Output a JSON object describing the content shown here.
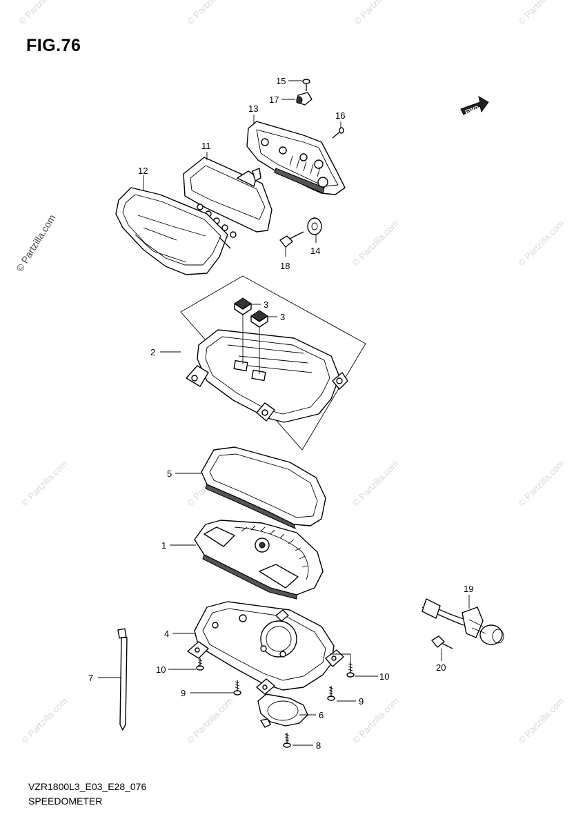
{
  "figure_title": "FIG.76",
  "diagram_code": "VZR1800L3_E03_E28_076",
  "diagram_name": "SPEEDOMETER",
  "fwd_label": "FWD",
  "watermark": "© Partzilla.com",
  "callouts": {
    "c1": "1",
    "c2": "2",
    "c3a": "3",
    "c3b": "3",
    "c4": "4",
    "c5": "5",
    "c6": "6",
    "c7": "7",
    "c8": "8",
    "c9a": "9",
    "c9b": "9",
    "c10a": "10",
    "c10b": "10",
    "c11": "11",
    "c12": "12",
    "c13": "13",
    "c14": "14",
    "c15": "15",
    "c16": "16",
    "c17": "17",
    "c18": "18",
    "c19": "19",
    "c20": "20"
  }
}
